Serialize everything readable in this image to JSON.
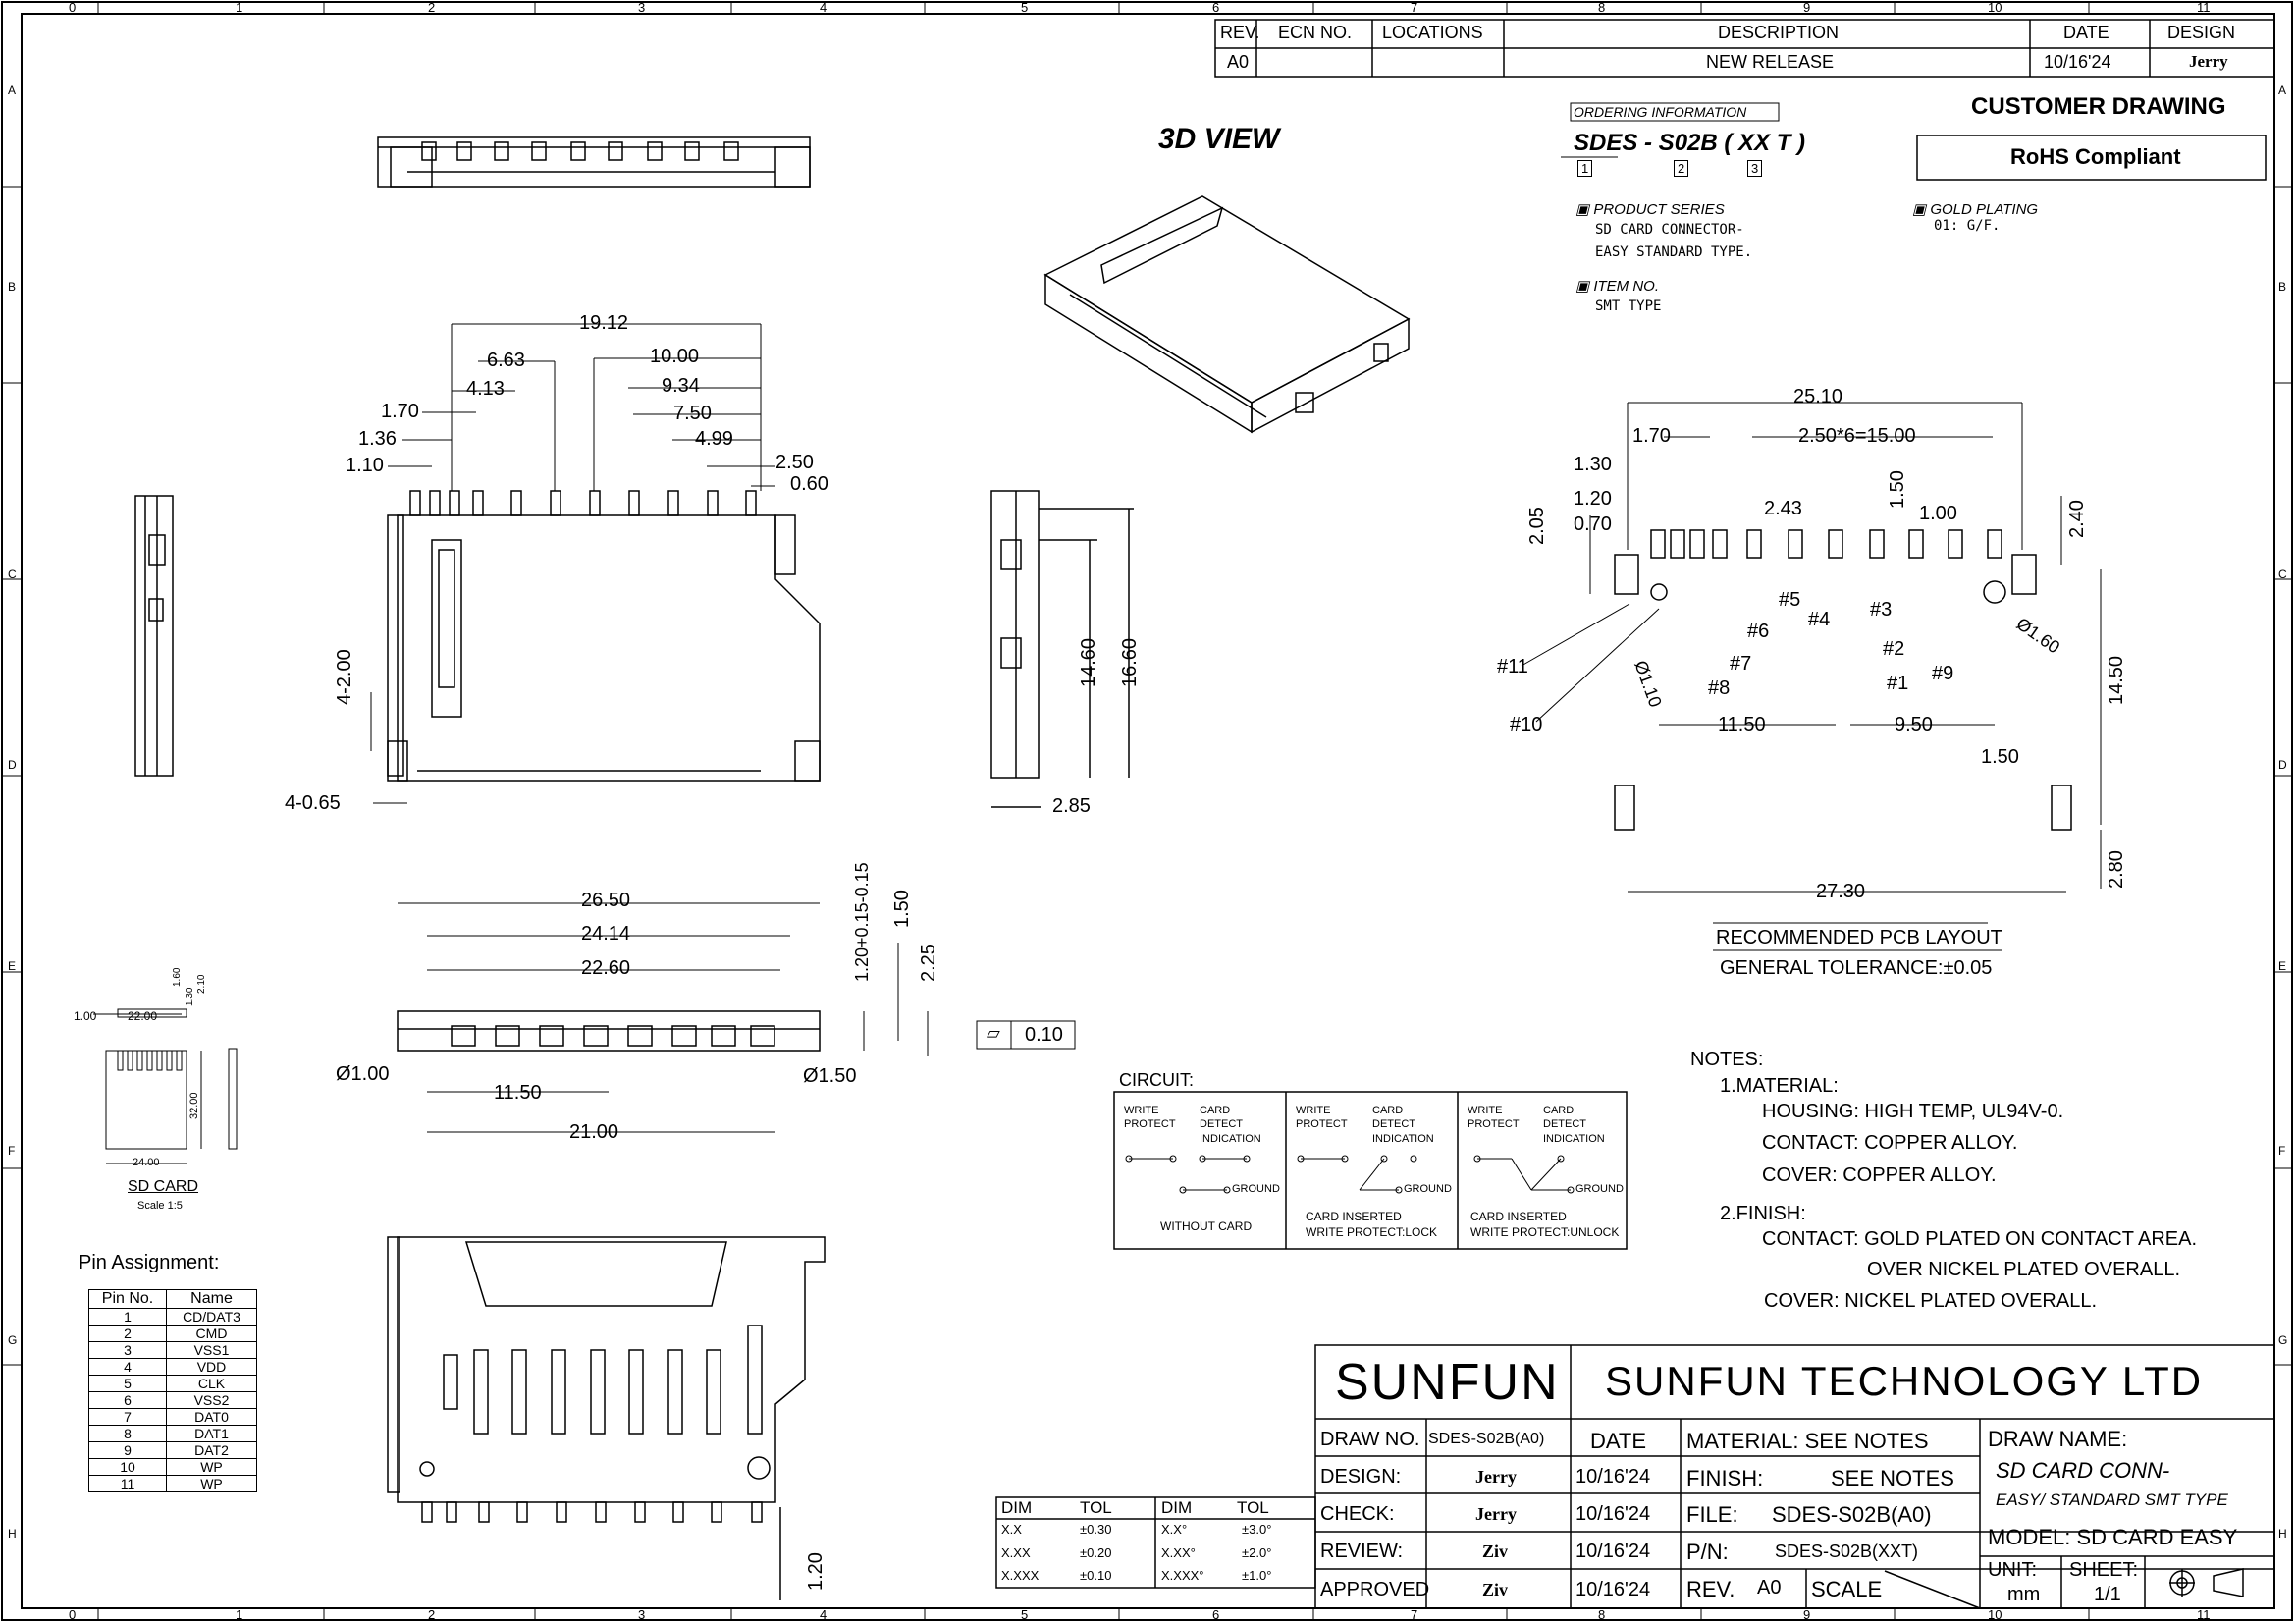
{
  "border": {
    "top_cols": [
      "0",
      "1",
      "2",
      "3",
      "4",
      "5",
      "6",
      "7",
      "8",
      "9",
      "10",
      "11"
    ],
    "bottom_cols": [
      "0",
      "1",
      "2",
      "3",
      "4",
      "5",
      "6",
      "7",
      "8",
      "9",
      "10",
      "11"
    ],
    "rows": [
      "A",
      "B",
      "C",
      "D",
      "E",
      "F",
      "G",
      "H"
    ]
  },
  "revision": {
    "headers": [
      "REV.",
      "ECN NO.",
      "LOCATIONS",
      "DESCRIPTION",
      "DATE",
      "DESIGN"
    ],
    "row": [
      "A0",
      "",
      "",
      "NEW RELEASE",
      "10/16'24",
      "Jerry"
    ]
  },
  "views": {
    "three_d_label": "3D VIEW"
  },
  "ordering": {
    "header": "ORDERING INFORMATION",
    "part": "SDES - S02B ( XX T )",
    "idx1": "1",
    "idx2": "2",
    "idx3": "3",
    "item1_title": "PRODUCT SERIES",
    "item1_line1": "SD CARD CONNECTOR-",
    "item1_line2": "EASY STANDARD TYPE.",
    "item2_title": "ITEM NO.",
    "item2_line1": "SMT TYPE",
    "item3_title": "GOLD PLATING",
    "item3_line1": "01: G/F."
  },
  "customer_drawing": "CUSTOMER DRAWING",
  "rohs": "RoHS Compliant",
  "dims_top": {
    "d1": "19.12",
    "d2": "6.63",
    "d3": "4.13",
    "d4": "10.00",
    "d5": "9.34",
    "d6": "1.70",
    "d7": "7.50",
    "d8": "1.36",
    "d9": "4.99",
    "d10": "1.10",
    "d11": "2.50",
    "d12": "0.60",
    "d13": "4-2.00",
    "d14": "4-0.65"
  },
  "dims_side": {
    "d1": "14.60",
    "d2": "16.60",
    "d3": "2.85"
  },
  "dims_front": {
    "d1": "26.50",
    "d2": "24.14",
    "d3": "22.60",
    "d4": "1.20+0.15-0.15",
    "d5": "1.50",
    "d6": "2.25",
    "d7": "0.10",
    "d8": "Ø1.00",
    "d9": "11.50",
    "d10": "Ø1.50",
    "d11": "21.00",
    "d12": "1.20"
  },
  "pcb": {
    "d1": "25.10",
    "d2": "1.70",
    "d3": "2.50*6=15.00",
    "d4": "1.30",
    "d5": "1.50",
    "d6": "1.20",
    "d7": "2.43",
    "d8": "1.00",
    "d9": "2.05",
    "d10": "0.70",
    "d11": "2.40",
    "d12": "Ø1.10",
    "d13": "Ø1.60",
    "d14": "14.50",
    "d15": "11.50",
    "d16": "9.50",
    "d17": "1.50",
    "d18": "2.80",
    "d19": "27.30",
    "pins": [
      "#11",
      "#10",
      "#8",
      "#7",
      "#6",
      "#5",
      "#4",
      "#3",
      "#2",
      "#1",
      "#9"
    ],
    "title": "RECOMMENDED PCB LAYOUT",
    "tolerance": "GENERAL TOLERANCE:±0.05"
  },
  "sd_card": {
    "d1": "1.00",
    "d2": "22.00",
    "d3": "1.60",
    "d4": "1.30",
    "d5": "2.10",
    "d6": "32.00",
    "d7": "24.00",
    "title": "SD CARD",
    "scale": "Scale 1:5"
  },
  "pin_assignment": {
    "title": "Pin Assignment:",
    "headers": [
      "Pin No.",
      "Name"
    ],
    "rows": [
      [
        "1",
        "CD/DAT3"
      ],
      [
        "2",
        "CMD"
      ],
      [
        "3",
        "VSS1"
      ],
      [
        "4",
        "VDD"
      ],
      [
        "5",
        "CLK"
      ],
      [
        "6",
        "VSS2"
      ],
      [
        "7",
        "DAT0"
      ],
      [
        "8",
        "DAT1"
      ],
      [
        "9",
        "DAT2"
      ],
      [
        "10",
        "WP"
      ],
      [
        "11",
        "WP"
      ]
    ]
  },
  "circuit": {
    "title": "CIRCUIT:",
    "wp": "WRITE PROTECT",
    "cd": "CARD DETECT INDICATION",
    "ground": "GROUND",
    "c1": "WITHOUT CARD",
    "c2a": "CARD INSERTED",
    "c2b": "WRITE PROTECT:LOCK",
    "c3a": "CARD INSERTED",
    "c3b": "WRITE PROTECT:UNLOCK"
  },
  "notes": {
    "title": "NOTES:",
    "l1": "1.MATERIAL:",
    "l2": "HOUSING: HIGH TEMP, UL94V-0.",
    "l3": "CONTACT: COPPER ALLOY.",
    "l4": "COVER: COPPER ALLOY.",
    "l5": "2.FINISH:",
    "l6": "CONTACT: GOLD PLATED ON CONTACT AREA.",
    "l7": "OVER NICKEL PLATED OVERALL.",
    "l8": "COVER: NICKEL PLATED OVERALL."
  },
  "tolerance_table": {
    "headers": [
      "DIM",
      "TOL",
      "DIM",
      "TOL"
    ],
    "rows": [
      [
        "X.X",
        "±0.30",
        "X.X°",
        "±3.0°"
      ],
      [
        "X.XX",
        "±0.20",
        "X.XX°",
        "±2.0°"
      ],
      [
        "X.XXX",
        "±0.10",
        "X.XXX°",
        "±1.0°"
      ]
    ]
  },
  "title_block": {
    "logo": "SUNFUN",
    "company": "SUNFUN TECHNOLOGY LTD",
    "draw_no_label": "DRAW NO.",
    "draw_no": "SDES-S02B(A0)",
    "date_label": "DATE",
    "material": "MATERIAL:  SEE NOTES",
    "draw_name_label": "DRAW NAME:",
    "design_label": "DESIGN:",
    "design": "Jerry",
    "design_date": "10/16'24",
    "finish": "FINISH:",
    "finish_val": "SEE NOTES",
    "draw_name_1": "SD CARD CONN-",
    "draw_name_2": "EASY/ STANDARD SMT TYPE",
    "check_label": "CHECK:",
    "check": "Jerry",
    "check_date": "10/16'24",
    "file_label": "FILE:",
    "file": "SDES-S02B(A0)",
    "model": "MODEL: SD CARD EASY",
    "review_label": "REVIEW:",
    "review": "Ziv",
    "review_date": "10/16'24",
    "pn_label": "P/N:",
    "pn": "SDES-S02B(XXT)",
    "unit_label": "UNIT:",
    "unit": "mm",
    "sheet_label": "SHEET:",
    "sheet": "1/1",
    "approved_label": "APPROVED",
    "approved": "Ziv",
    "approved_date": "10/16'24",
    "rev_label": "REV.",
    "rev": "A0",
    "scale_label": "SCALE"
  }
}
